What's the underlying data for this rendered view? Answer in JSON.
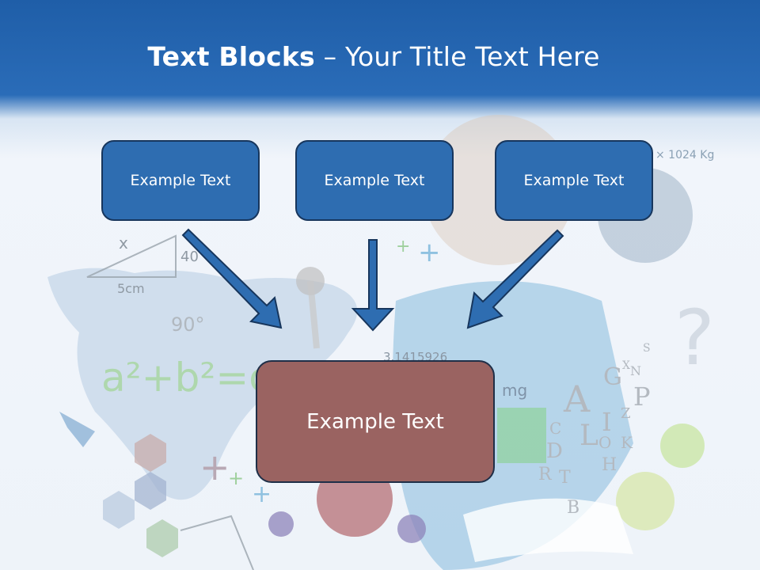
{
  "title": {
    "bold": "Text Blocks",
    "dash": " – ",
    "rest": "Your Title Text Here"
  },
  "blocks": {
    "left": "Example Text",
    "center": "Example Text",
    "right": "Example Text",
    "main": "Example Text"
  },
  "background_text": {
    "weight": "× 1024 Kg",
    "length": "5cm",
    "angle": "90°",
    "side": "40",
    "var": "x",
    "formula": "a²+b²=c²",
    "unit": "mg",
    "digits": "3.1415926",
    "letters": [
      "A",
      "G",
      "L",
      "D",
      "P",
      "I",
      "T",
      "H",
      "B",
      "K",
      "Z",
      "R",
      "O",
      "C",
      "N",
      "X",
      "S"
    ]
  },
  "colors": {
    "header": "#1f5ea8",
    "box_fill": "#2e6db1",
    "main_fill": "#9a6361",
    "arrow": "#2e6db1"
  }
}
